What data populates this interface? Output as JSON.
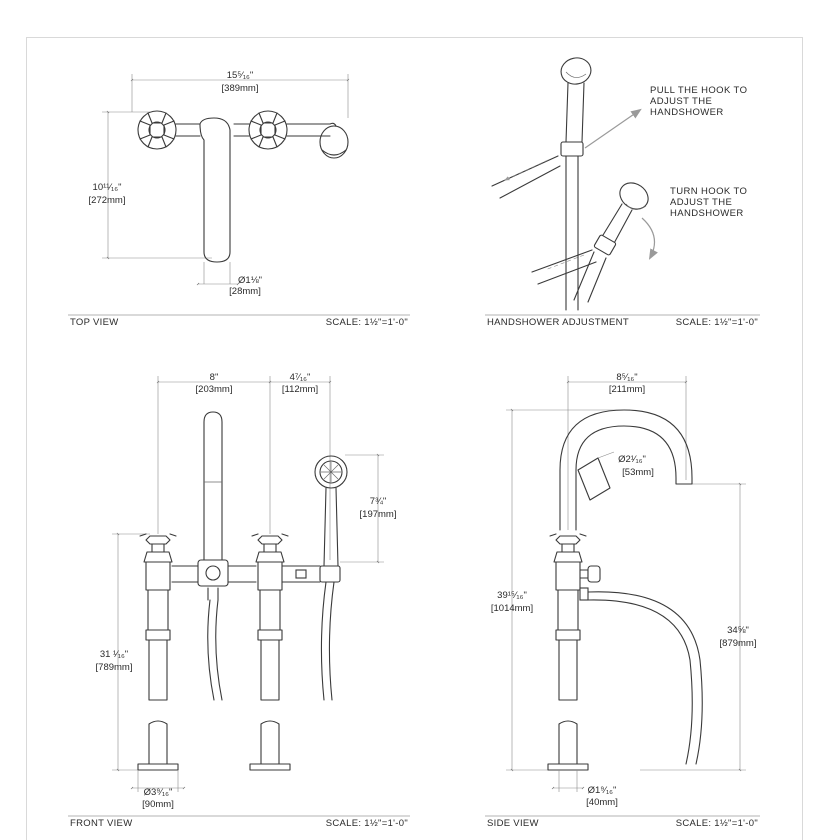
{
  "views": {
    "top": {
      "title": "TOP VIEW",
      "scale": "SCALE: 1½\"=1'-0\"",
      "dims": {
        "width_in": "15⁵⁄₁₆\"",
        "width_mm": "[389mm]",
        "depth_in": "10¹¹⁄₁₆\"",
        "depth_mm": "[272mm]",
        "spout_dia_in": "Ø1⅛\"",
        "spout_dia_mm": "[28mm]"
      }
    },
    "handshower": {
      "title": "HANDSHOWER ADJUSTMENT",
      "scale": "SCALE: 1½\"=1'-0\"",
      "note_pull": [
        "PULL THE  HOOK TO",
        "ADJUST THE",
        "HANDSHOWER"
      ],
      "note_turn": [
        "TURN HOOK TO",
        "ADJUST THE",
        "HANDSHOWER"
      ]
    },
    "front": {
      "title": "FRONT VIEW",
      "scale": "SCALE: 1½\"=1'-0\"",
      "dims": {
        "center_in": "8\"",
        "center_mm": "[203mm]",
        "offset_in": "4⁷⁄₁₆\"",
        "offset_mm": "[112mm]",
        "hand_in": "7¾\"",
        "hand_mm": "[197mm]",
        "height_in": "31 ¹⁄₁₆\"",
        "height_mm": "[789mm]",
        "base_in": "Ø3⁹⁄₁₆\"",
        "base_mm": "[90mm]"
      }
    },
    "side": {
      "title": "SIDE VIEW",
      "scale": "SCALE: 1½\"=1'-0\"",
      "dims": {
        "reach_in": "8⁵⁄₁₆\"",
        "reach_mm": "[211mm]",
        "spout_dia_in": "Ø2¹⁄₁₆\"",
        "spout_dia_mm": "[53mm]",
        "height_in": "39¹⁵⁄₁₆\"",
        "height_mm": "[1014mm]",
        "outlet_in": "34⅝\"",
        "outlet_mm": "[879mm]",
        "base_in": "Ø1⁹⁄₁₆\"",
        "base_mm": "[40mm]"
      }
    }
  }
}
